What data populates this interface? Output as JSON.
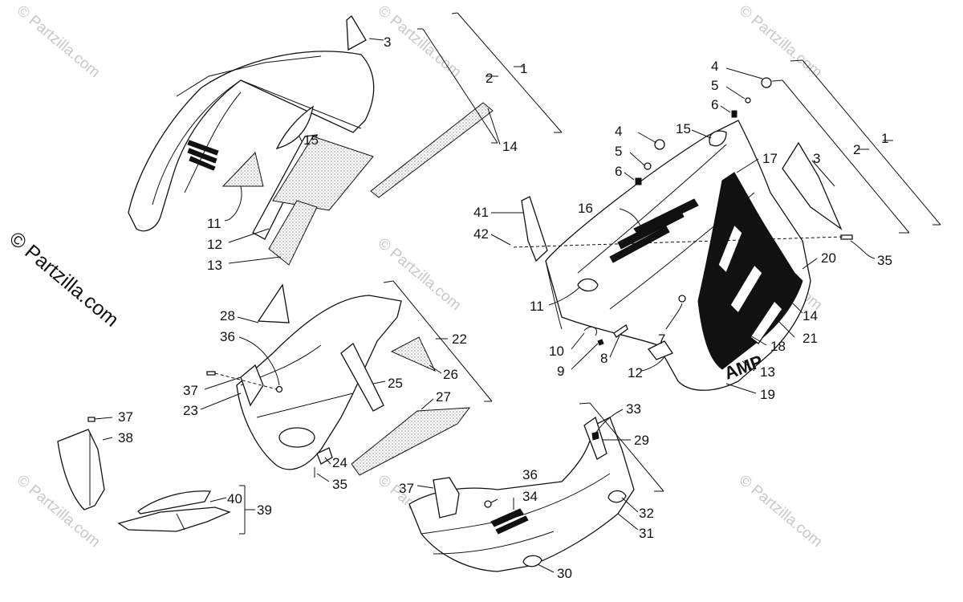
{
  "watermark": {
    "side": "© Partzilla.com",
    "tile": "© Partzilla.com"
  },
  "callouts": [
    "3",
    "2",
    "1",
    "15",
    "14",
    "11",
    "12",
    "13",
    "4",
    "5",
    "6",
    "4",
    "5",
    "6",
    "15",
    "17",
    "3",
    "2",
    "1",
    "41",
    "42",
    "16",
    "35",
    "20",
    "11",
    "14",
    "21",
    "7",
    "10",
    "9",
    "8",
    "18",
    "12",
    "13",
    "19",
    "28",
    "36",
    "22",
    "26",
    "25",
    "37",
    "23",
    "27",
    "24",
    "35",
    "37",
    "38",
    "40",
    "39",
    "33",
    "29",
    "37",
    "36",
    "34",
    "32",
    "31",
    "30"
  ],
  "graphic_text": [
    "AMP"
  ]
}
